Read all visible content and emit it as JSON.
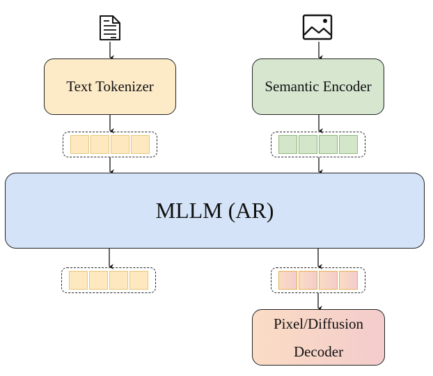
{
  "icons": {
    "text_input": "document-icon",
    "image_input": "image-icon"
  },
  "nodes": {
    "text_tokenizer": {
      "label": "Text Tokenizer",
      "fill": "#fdebc8"
    },
    "semantic_encoder": {
      "label": "Semantic Encoder",
      "fill": "#d6e6cf"
    },
    "mllm": {
      "label": "MLLM (AR)",
      "fill": "#d4e3f7"
    },
    "decoder": {
      "label_line1": "Pixel/Diffusion",
      "label_line2": "Decoder",
      "fill_start": "#fbdcc4",
      "fill_end": "#f3cccc"
    }
  },
  "token_groups": {
    "text_in": {
      "count": 4,
      "fill": "#fde8c0",
      "border": "#e8c77a"
    },
    "image_in": {
      "count": 4,
      "fill": "#d3e6c9",
      "border": "#8fb879"
    },
    "text_out": {
      "count": 4,
      "fill": "#fde8c0",
      "border": "#e8c77a"
    },
    "image_out": {
      "count": 4,
      "fill": "#f8d6c4",
      "border": "#e8b25a"
    }
  }
}
